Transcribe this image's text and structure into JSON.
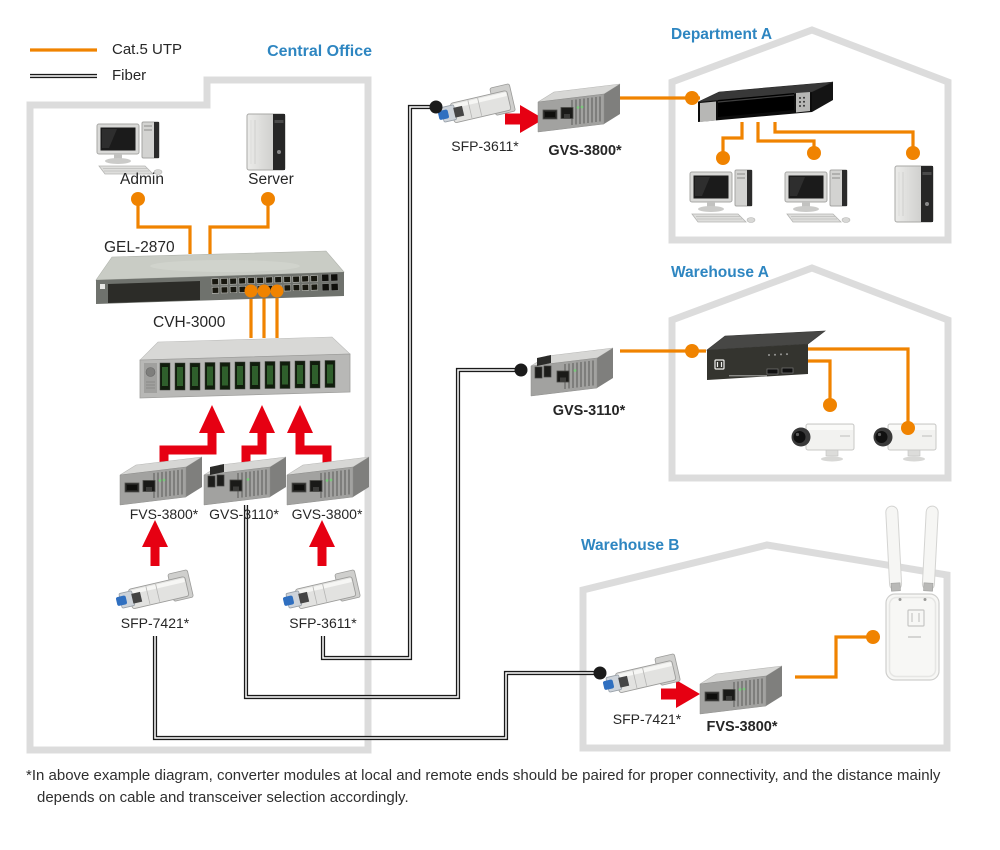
{
  "legend": {
    "cat5_utp": "Cat.5 UTP",
    "fiber": "Fiber"
  },
  "regions": {
    "central_office": {
      "title": "Central Office",
      "admin": "Admin",
      "server": "Server",
      "switch": "GEL-2870",
      "chassis": "CVH-3000",
      "converter_left": "FVS-3800*",
      "converter_middle": "GVS-3110*",
      "converter_right": "GVS-3800*",
      "sfp_left": "SFP-7421*",
      "sfp_right": "SFP-3611*"
    },
    "department_a": {
      "title": "Department A",
      "sfp": "SFP-3611*",
      "converter": "GVS-3800*"
    },
    "warehouse_a": {
      "title": "Warehouse A",
      "converter": "GVS-3110*"
    },
    "warehouse_b": {
      "title": "Warehouse B",
      "sfp": "SFP-7421*",
      "converter": "FVS-3800*"
    }
  },
  "footnote": "*In above example diagram, converter modules at local and remote ends should be paired for proper connectivity, and the distance mainly depends on cable and transceiver selection accordingly.",
  "colors": {
    "cat5_utp_line": "#F08300",
    "fiber_line": "#1A1A1A",
    "pairing_arrow": "#E60012",
    "region_title_text": "#2E86C1",
    "outline": "#DCDCDC"
  }
}
